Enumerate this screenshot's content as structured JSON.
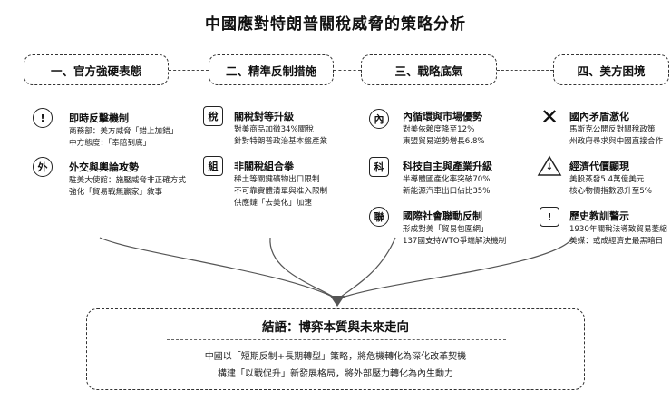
{
  "title": "中國應對特朗普關稅威脅的策略分析",
  "columns": [
    {
      "header": "一、官方強硬表態",
      "items": [
        {
          "icon": "!",
          "icon_name": "exclamation-icon",
          "shape": "circle",
          "title": "即時反擊機制",
          "lines": [
            "商務部：美方威脅「錯上加錯」",
            "中方態度：「奉陪到底」"
          ]
        },
        {
          "icon": "外",
          "icon_name": "diplomacy-icon",
          "shape": "circle",
          "title": "外交與輿論攻勢",
          "lines": [
            "駐美大使館：施壓威脅非正確方式",
            "強化「貿易戰無贏家」敘事"
          ]
        }
      ]
    },
    {
      "header": "二、精準反制措施",
      "items": [
        {
          "icon": "稅",
          "icon_name": "tax-icon",
          "shape": "square",
          "title": "關稅對等升級",
          "lines": [
            "對美商品加徵34%關稅",
            "針對特朗普政治基本盤產業"
          ]
        },
        {
          "icon": "組",
          "icon_name": "combination-icon",
          "shape": "square",
          "title": "非關稅組合拳",
          "lines": [
            "稀土等關鍵礦物出口限制",
            "不可靠實體清單與准入限制",
            "供應鏈「去美化」加速"
          ]
        }
      ]
    },
    {
      "header": "三、戰略底氣",
      "items": [
        {
          "icon": "內",
          "icon_name": "domestic-market-icon",
          "shape": "circle",
          "title": "內循環與市場優勢",
          "lines": [
            "對美依賴度降至12%",
            "東盟貿易逆勢增長6.8%"
          ]
        },
        {
          "icon": "科",
          "icon_name": "technology-icon",
          "shape": "square",
          "title": "科技自主與產業升級",
          "lines": [
            "半導體國產化率突破70%",
            "新能源汽車出口佔比35%"
          ]
        },
        {
          "icon": "聯",
          "icon_name": "alliance-icon",
          "shape": "circle",
          "title": "國際社會聯動反制",
          "lines": [
            "形成對美「貿易包圍網」",
            "137國支持WTO爭端解決機制"
          ]
        }
      ]
    },
    {
      "header": "四、美方困境",
      "items": [
        {
          "icon": "✕",
          "icon_name": "cross-icon",
          "shape": "none",
          "title": "國內矛盾激化",
          "lines": [
            "馬斯克公開反對關稅政策",
            "州政府尋求與中國直接合作"
          ]
        },
        {
          "icon": "↓",
          "icon_name": "warning-down-icon",
          "shape": "triangle",
          "title": "經濟代價顯現",
          "lines": [
            "美股蒸發5.4萬億美元",
            "核心物價指數恐升至5%"
          ]
        },
        {
          "icon": "!",
          "icon_name": "alert-icon",
          "shape": "square",
          "title": "歷史教訓警示",
          "lines": [
            "1930年關稅法導致貿易萎縮",
            "美媒：或成經濟史最黑暗日"
          ]
        }
      ]
    }
  ],
  "conclusion": {
    "title": "結語：博弈本質與未來走向",
    "lines": [
      "中國以「短期反制+長期轉型」策略，將危機轉化為深化改革契機",
      "構建「以戰促升」新發展格局，將外部壓力轉化為內生動力"
    ]
  }
}
